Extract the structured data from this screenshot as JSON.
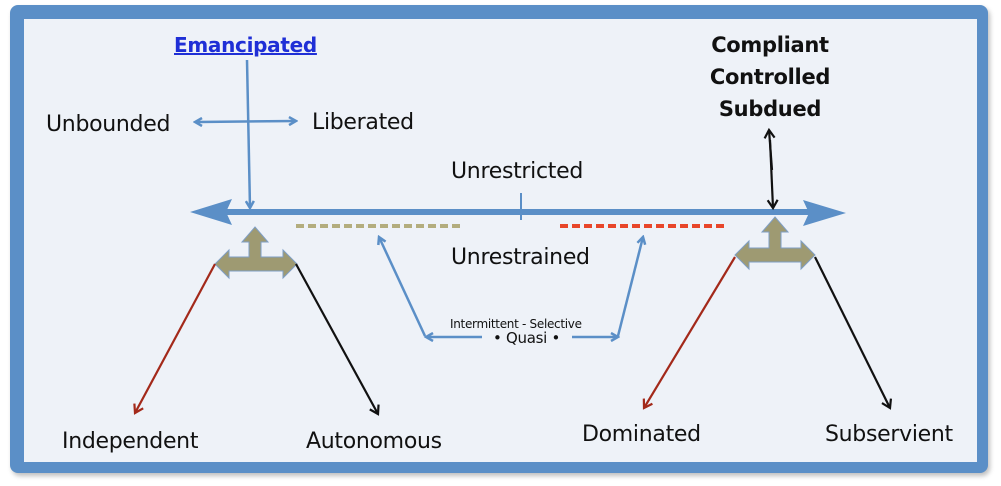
{
  "diagram": {
    "title_link": "Emancipated",
    "upper_left": {
      "left": "Unbounded",
      "right": "Liberated"
    },
    "upper_right_stack": [
      "Compliant",
      "Controlled",
      "Subdued"
    ],
    "axis": {
      "above_label": "Unrestricted",
      "below_label": "Unrestrained"
    },
    "middle": {
      "line1": "Intermittent - Selective",
      "line2": "• Quasi •"
    },
    "bottom_labels": {
      "left_red": "Independent",
      "left_black": "Autonomous",
      "right_red": "Dominated",
      "right_black": "Subservient"
    },
    "colors": {
      "frame": "#5b8fc7",
      "panel": "#eef2f8",
      "axis_arrow": "#5b8fc7",
      "khaki": "#9e9a72",
      "red_dashes": "#e8462a",
      "khaki_dashes": "#b3ad7e",
      "red_arrow": "#a3291a",
      "black_arrow": "#111111",
      "link": "#1f2fd6"
    }
  }
}
